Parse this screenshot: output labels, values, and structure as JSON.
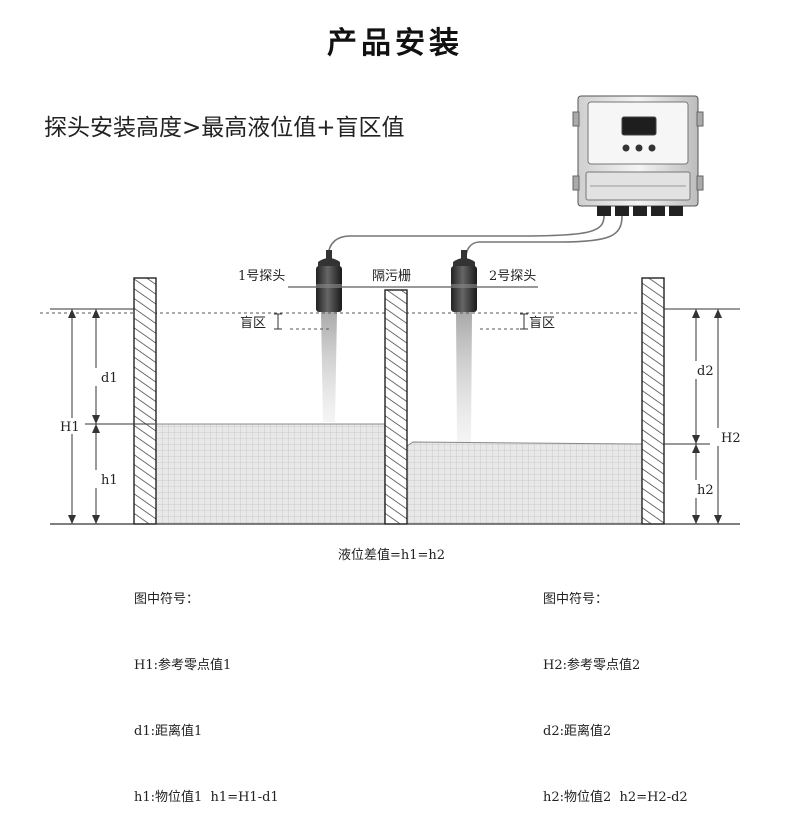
{
  "title": "产品安装",
  "subtitle": "探头安装高度>最高液位值+盲区值",
  "labels": {
    "probe1": "1号探头",
    "probe2": "2号探头",
    "barrier": "隔污栅",
    "blind_left": "盲区",
    "blind_right": "盲区",
    "d1": "d1",
    "h1": "h1",
    "H1": "H1",
    "d2": "d2",
    "h2": "h2",
    "H2": "H2"
  },
  "center_note": "液位差值=h1=h2",
  "legend_left": {
    "header": "图中符号：",
    "lines": [
      "H1:参考零点值1",
      "d1:距离值1",
      "h1:物位值1  h1=H1-d1"
    ]
  },
  "legend_right": {
    "header": "图中符号：",
    "lines": [
      "H2:参考零点值2",
      "d2:距离值2",
      "h2:物位值2  h2=H2-d2"
    ]
  },
  "colors": {
    "liquid": "#e6e6e6",
    "grid": "#c8c8c8",
    "wall_hatch": "#333333",
    "controller_body": "#ededed"
  }
}
